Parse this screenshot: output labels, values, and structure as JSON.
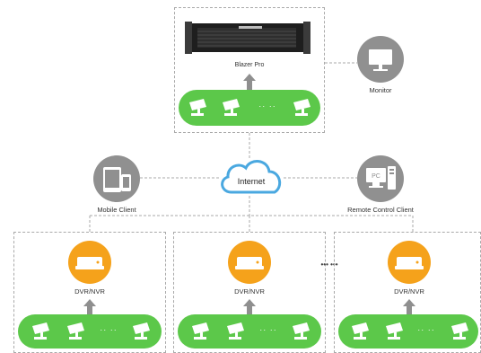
{
  "server": {
    "label": "Blazer Pro"
  },
  "monitor": {
    "label": "Monitor"
  },
  "cloud": {
    "label": "Internet"
  },
  "mobile_client": {
    "label": "Mobile Client"
  },
  "remote_client": {
    "label": "Remote Control Client"
  },
  "pc_screen_text": "PC",
  "site_ellipsis": "••• •••",
  "camera_ellipsis": "·· ··",
  "sites": [
    {
      "label": "DVR/NVR"
    },
    {
      "label": "DVR/NVR"
    },
    {
      "label": "DVR/NVR"
    }
  ],
  "colors": {
    "camera_pill": "#5cc84a",
    "device_grey": "#909090",
    "dvr_orange": "#f5a21b",
    "cloud_blue": "#4aa8e0",
    "arrow_grey": "#8f8f8f",
    "dash_grey": "#a9a9a9"
  },
  "icons": [
    "server-icon",
    "monitor-icon",
    "cloud-icon",
    "tablet-icon",
    "pc-icon",
    "dvr-icon",
    "camera-icon",
    "arrow-up-icon"
  ]
}
